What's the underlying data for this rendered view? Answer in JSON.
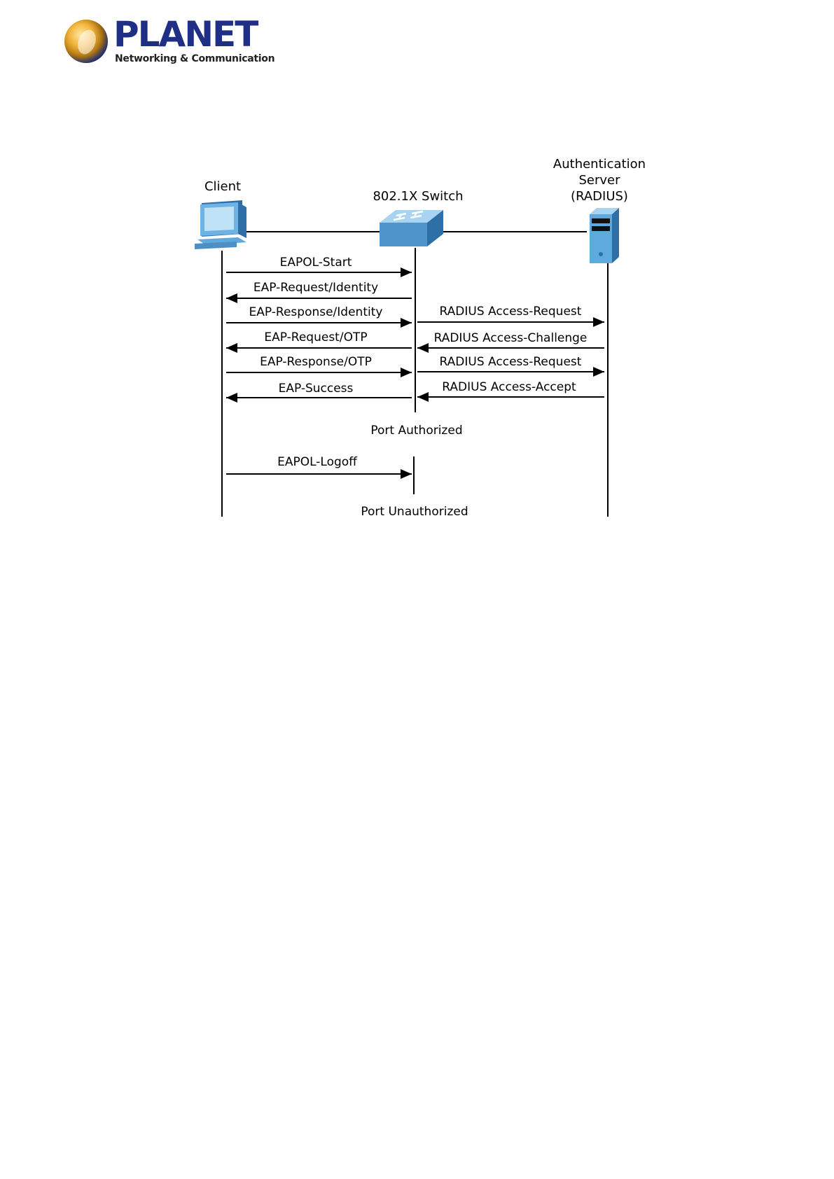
{
  "logo": {
    "brand": "PLANET",
    "tagline": "Networking & Communication"
  },
  "participants": {
    "client": "Client",
    "switch": "802.1X Switch",
    "server_lines": [
      "Authentication",
      "Server",
      "(RADIUS)"
    ]
  },
  "messages": [
    {
      "label": "EAPOL-Start",
      "from": "client",
      "to": "switch"
    },
    {
      "label": "EAP-Request/Identity",
      "from": "switch",
      "to": "client"
    },
    {
      "label": "EAP-Response/Identity",
      "from": "client",
      "to": "switch"
    },
    {
      "label": "RADIUS Access-Request",
      "from": "switch",
      "to": "server"
    },
    {
      "label": "EAP-Request/OTP",
      "from": "switch",
      "to": "client"
    },
    {
      "label": "RADIUS Access-Challenge",
      "from": "server",
      "to": "switch"
    },
    {
      "label": "EAP-Response/OTP",
      "from": "client",
      "to": "switch"
    },
    {
      "label": "RADIUS Access-Request",
      "from": "switch",
      "to": "server"
    },
    {
      "label": "EAP-Success",
      "from": "switch",
      "to": "client"
    },
    {
      "label": "RADIUS Access-Accept",
      "from": "server",
      "to": "switch"
    },
    {
      "label": "EAPOL-Logoff",
      "from": "client",
      "to": "switch"
    }
  ],
  "states": [
    "Port Authorized",
    "Port Unauthorized"
  ],
  "icons": [
    "computer-icon",
    "switch-icon",
    "server-icon"
  ],
  "colors": {
    "icon_blue": "#5ea9dd",
    "icon_dark": "#2f6fa8",
    "line": "#000000"
  }
}
